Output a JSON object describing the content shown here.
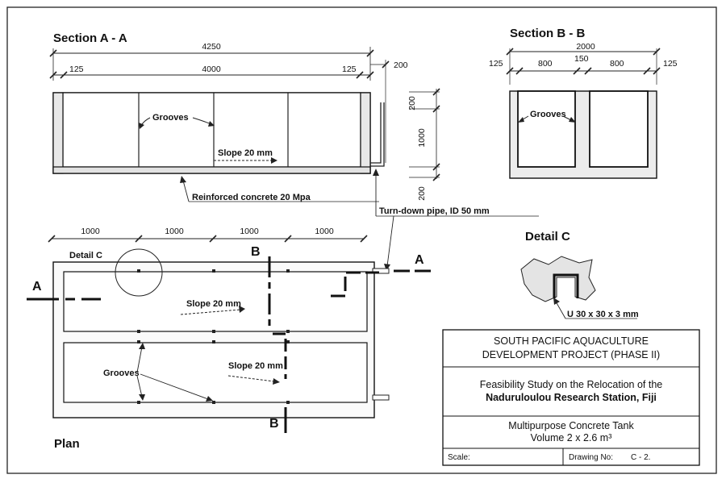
{
  "sections": {
    "aa": {
      "title": "Section A - A",
      "dim_total": "4250",
      "dim_wall_left": "125",
      "dim_inner": "4000",
      "dim_wall_right": "125",
      "dim_pipe_offset": "200",
      "dim_freeboard": "200",
      "dim_depth": "1000",
      "dim_floor": "200",
      "grooves_label": "Grooves",
      "slope_label": "Slope 20 mm",
      "concrete_label": "Reinforced concrete 20 Mpa",
      "pipe_label": "Turn-down pipe, ID 50 mm"
    },
    "bb": {
      "title": "Section B - B",
      "dim_total": "2000",
      "dim_wall_left": "125",
      "dim_cell_left": "800",
      "dim_partition": "150",
      "dim_cell_right": "800",
      "dim_wall_right": "125",
      "grooves_label": "Grooves"
    }
  },
  "plan": {
    "title": "Plan",
    "dims": [
      "1000",
      "1000",
      "1000",
      "1000"
    ],
    "detail_label": "Detail C",
    "slope_label_1": "Slope 20 mm",
    "slope_label_2": "Slope 20 mm",
    "grooves_label": "Grooves",
    "cut_a_left": "A",
    "cut_a_right": "A",
    "cut_b_top": "B",
    "cut_b_bottom": "B"
  },
  "detail_c": {
    "title": "Detail C",
    "label": "U 30 x 30 x 3 mm"
  },
  "title_block": {
    "project_line1": "SOUTH PACIFIC AQUACULTURE",
    "project_line2": "DEVELOPMENT PROJECT (PHASE II)",
    "study_line1": "Feasibility Study on the Relocation of the",
    "study_line2": "Naduruloulou Research Station, Fiji",
    "drawing_line1": "Multipurpose Concrete Tank",
    "drawing_line2": "Volume 2 x 2.6 m³",
    "scale_label": "Scale:",
    "drawing_no_label": "Drawing No:",
    "drawing_no": "C - 2."
  }
}
